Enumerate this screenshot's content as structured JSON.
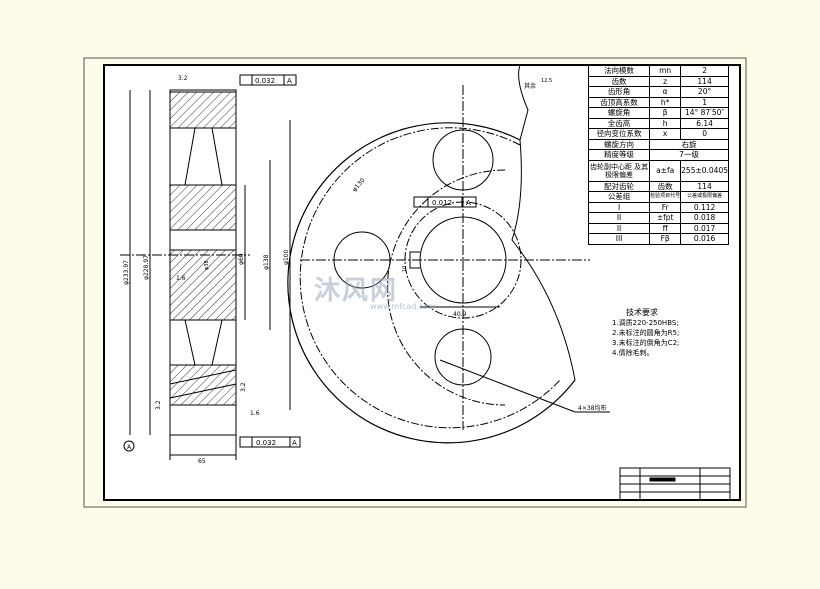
{
  "params": [
    [
      "法向模数",
      "mn",
      "2"
    ],
    [
      "齿数",
      "z",
      "114"
    ],
    [
      "齿形角",
      "α",
      "20°"
    ],
    [
      "齿顶高系数",
      "h*",
      "1"
    ],
    [
      "螺旋角",
      "β",
      "14° 87′50″"
    ],
    [
      "全齿高",
      "h",
      "6.14"
    ],
    [
      "径向变位系数",
      "x",
      "0"
    ]
  ],
  "params_span": [
    [
      "螺旋方向",
      "右旋"
    ],
    [
      "精度等级",
      "7一级"
    ]
  ],
  "center": {
    "label": "齿轮副中心距 及其极限偏差",
    "symbol": "a±fa",
    "value": "255±0.0405"
  },
  "mate": {
    "label": "配对齿轮",
    "col": "齿数",
    "value": "114"
  },
  "tol_header": [
    "公差组",
    "检验项目代号",
    "公差或极限偏差"
  ],
  "tol_rows": [
    [
      "I",
      "Fr",
      "0.112"
    ],
    [
      "II",
      "±fpt",
      "0.018"
    ],
    [
      "II",
      "ff",
      "0.017"
    ],
    [
      "III",
      "Fβ",
      "0.016"
    ]
  ],
  "requirements": {
    "title": "技术要求",
    "items": [
      "1.调质220-250HBS;",
      "2.未标注的圆角为R5;",
      "3.未标注的倒角为C2;",
      "4.倩除毛刺。"
    ]
  },
  "annotations": {
    "runout_top": "0.032",
    "datum": "A",
    "runout_bottom": "0.032",
    "flat": "0.012",
    "rough_32a": "3.2",
    "rough_16a": "1.6",
    "rough_16b": "1.6",
    "rough_32b": "3.2",
    "rough_32c": "3.2",
    "rest": "其余",
    "rest_val": "12.5",
    "d_outer": "φ233.97",
    "d_root": "φ228.97",
    "d_hub1": "φ138",
    "d_hub2": "φ60",
    "d_hub3": "φ100",
    "d_bore": "φ38",
    "width": "65",
    "pcd": "φ130",
    "keyway_w": "10",
    "keyway_d": "40.9",
    "holes": "4×38均布",
    "datum_circle": "A"
  },
  "watermark": "沐风网",
  "watermark_url": "www.mfcad.com"
}
